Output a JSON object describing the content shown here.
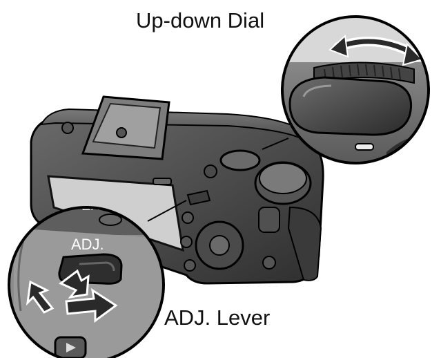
{
  "labels": {
    "up_down_dial": "Up-down Dial",
    "adj_lever": "ADJ. Lever"
  },
  "camera_text": {
    "adj_marking": "ADJ.",
    "partial_marking": "EX"
  },
  "colors": {
    "body_dark": "#3c3c3c",
    "body_mid": "#585858",
    "body_light": "#8a8a8a",
    "lcd": "#cfcfcf",
    "outline": "#000000",
    "arrow_fill": "#3a3a3a",
    "arrow_stroke": "#ffffff"
  }
}
